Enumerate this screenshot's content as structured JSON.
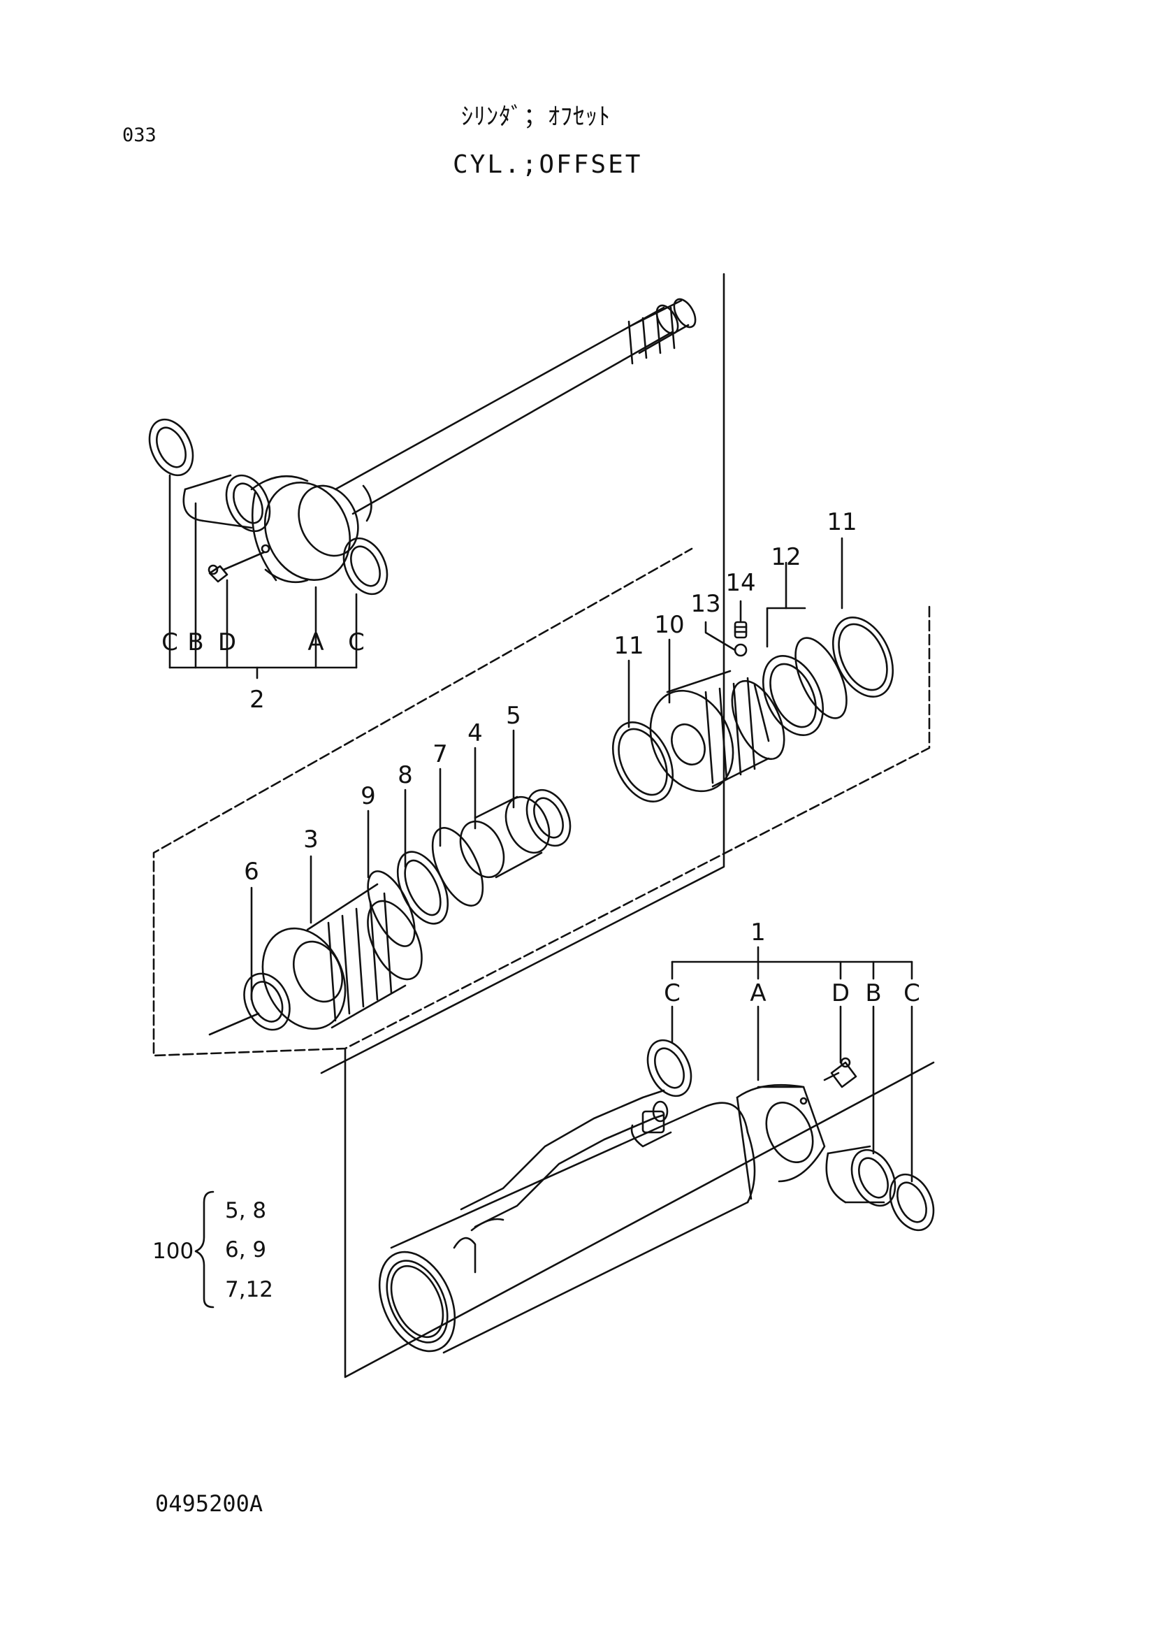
{
  "page_number": "033",
  "title_jp": "ｼﾘﾝﾀﾞ；ｵﾌｾｯﾄ",
  "title_en": "CYL.;OFFSET",
  "document_code": "0495200A",
  "callouts": {
    "rod_group": [
      "C",
      "B",
      "D",
      "A",
      "C"
    ],
    "rod_group_number": "2",
    "tube_group": [
      "C",
      "A",
      "D",
      "B",
      "C"
    ],
    "tube_group_number": "1",
    "parts": [
      "3",
      "4",
      "5",
      "6",
      "7",
      "8",
      "9",
      "10",
      "11",
      "11",
      "12",
      "13",
      "14"
    ]
  },
  "kit": {
    "number": "100",
    "items": [
      "5, 8",
      "6, 9",
      "7,12"
    ]
  }
}
